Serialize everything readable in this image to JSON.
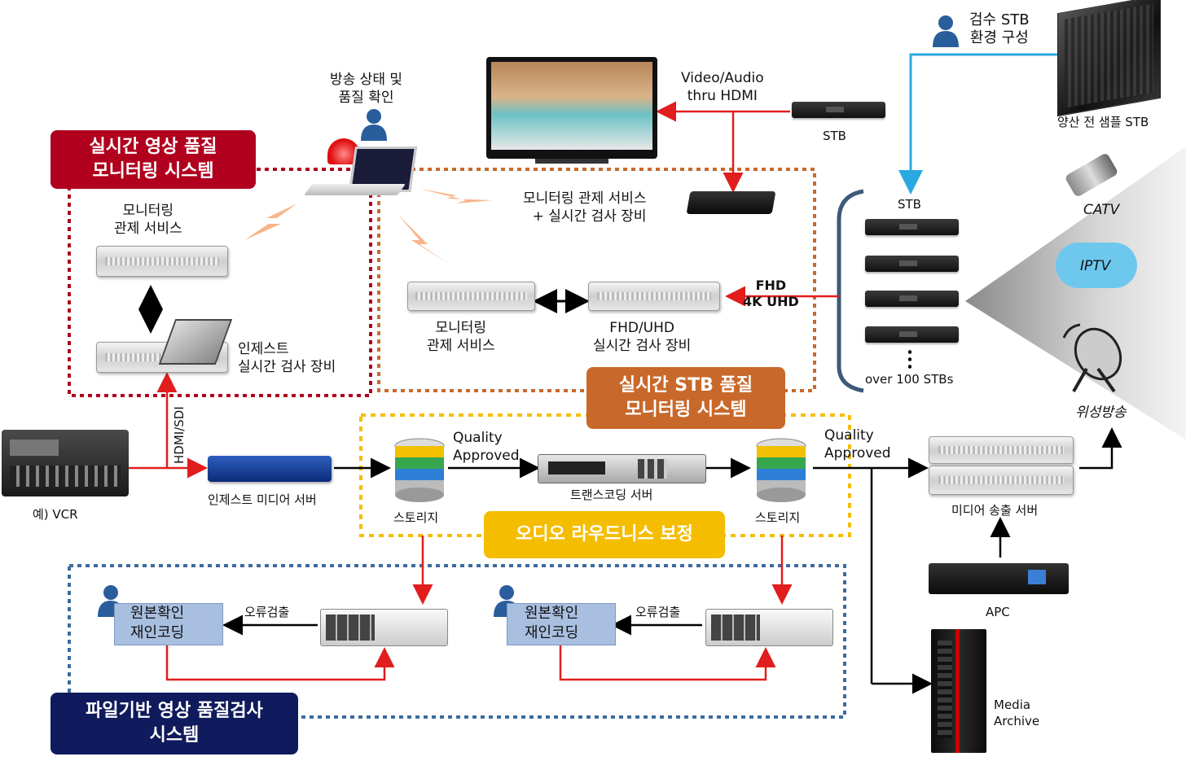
{
  "boxes": {
    "realtime": "실시간 영상 품질\n모니터링 시스템",
    "stb_quality": "실시간 STB 품질\n모니터링 시스템",
    "audio": "오디오 라우드니스 보정",
    "file_based": "파일기반 영상 품질검사\n시스템"
  },
  "labels": {
    "broadcast_check": "방송 상태 및\n품질 확인",
    "video_audio": "Video/Audio\nthru HDMI",
    "stb_top": "STB",
    "inspect_env": "검수 STB\n환경 구성",
    "pre_sample": "양산 전 샘플 STB",
    "monitor_service_1": "모니터링\n관제 서비스",
    "ingest_device": "인제스트\n실시간 검사 장비",
    "monitor_realtime": "모니터링 관제 서비스\n+ 실시간 검사 장비",
    "monitor_service_2": "모니터링\n관제 서비스",
    "fhd_uhd_device": "FHD/UHD\n실시간 검사 장비",
    "fhd_4k": "FHD\n4K UHD",
    "stb_list": "STB",
    "over_100": "over 100 STBs",
    "catv": "CATV",
    "iptv": "IPTV",
    "satellite": "위성방송",
    "hdmi_sdi": "HDMI/SDI",
    "vcr": "예) VCR",
    "ingest_media": "인제스트 미디어 서버",
    "storage_1": "스토리지",
    "quality_1": "Quality\nApproved",
    "transcoding": "트랜스코딩 서버",
    "storage_2": "스토리지",
    "quality_2": "Quality\nApproved",
    "media_tx": "미디어 송출 서버",
    "apc": "APC",
    "media_archive": "Media\nArchive",
    "error_detect_1": "오류검출",
    "error_detect_2": "오류검출",
    "recode_1": "원본확인\n재인코딩",
    "recode_2": "원본확인\n재인코딩"
  },
  "colors": {
    "realtime_red": "#b0001e",
    "stb_orange": "#c8692b",
    "audio_yellow": "#f5bd00",
    "file_navy": "#0f1b5c",
    "arrow_red": "#e11d1d",
    "blue_line": "#2aa8e0",
    "dotted_blue": "#3c6c9c"
  },
  "icons": [
    "person-icon",
    "tv-icon",
    "server-icon",
    "stb-icon",
    "database-icon",
    "alarm-light-icon",
    "laptop-icon",
    "nvidia-chip-icon",
    "vcr-icon",
    "container-icon",
    "cable-icon",
    "cloud-icon",
    "satellite-dish-icon",
    "ups-icon",
    "archive-rack-icon"
  ]
}
